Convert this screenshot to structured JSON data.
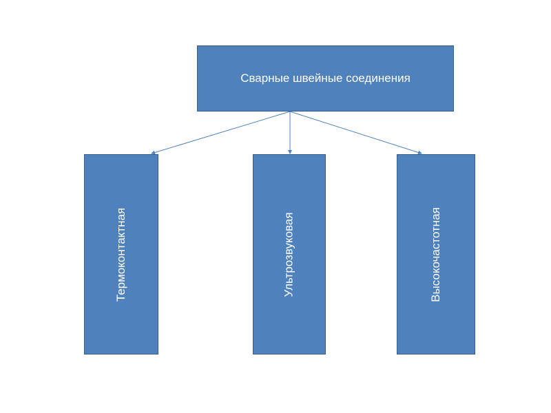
{
  "diagram": {
    "root": {
      "label": "Сварные швейные соединения"
    },
    "children": [
      {
        "label": "Термоконтактная"
      },
      {
        "label": "Ультрозвуковая"
      },
      {
        "label": "Высокочастотная"
      }
    ]
  },
  "colors": {
    "box_fill": "#4f81bd",
    "box_border": "#385d8a",
    "connector": "#4f81bd"
  }
}
